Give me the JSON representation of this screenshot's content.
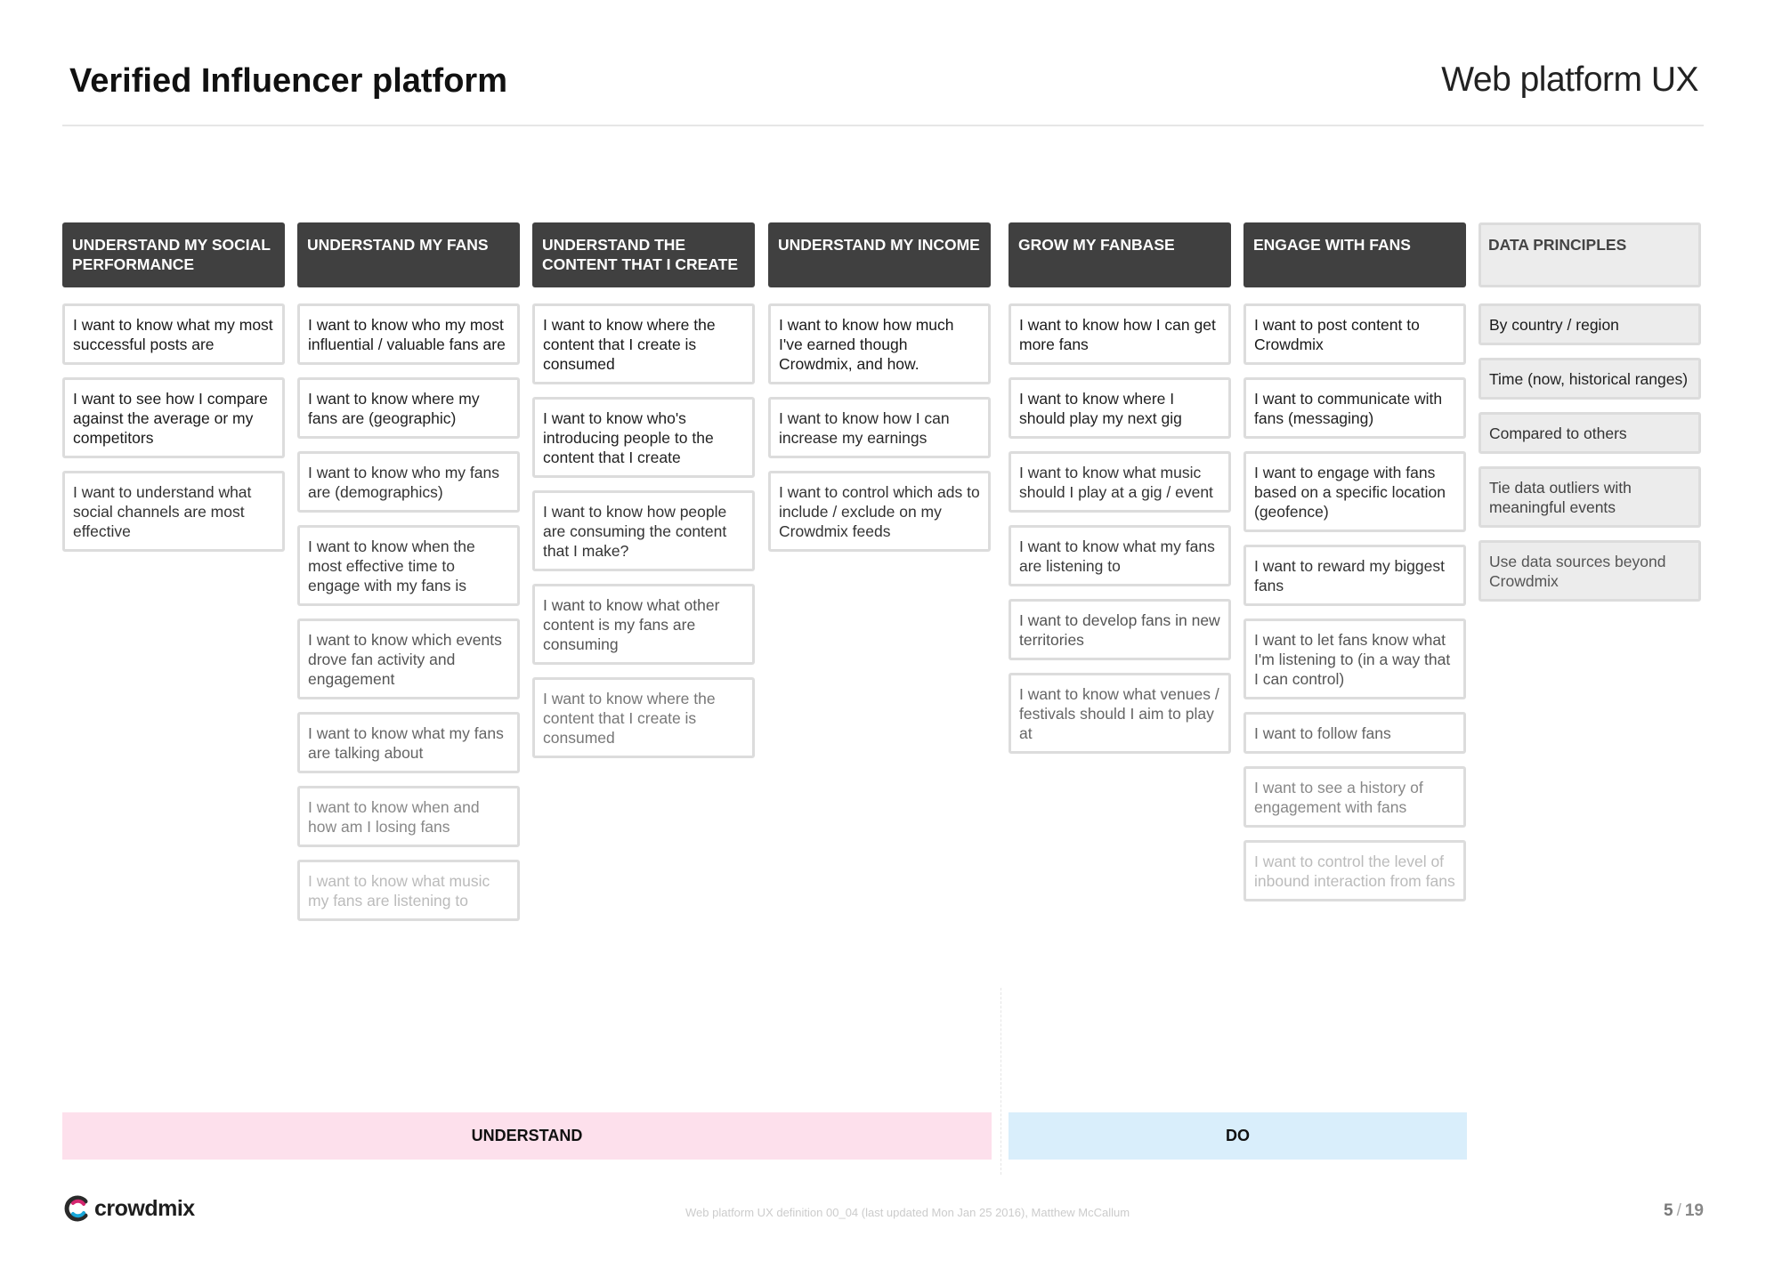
{
  "header": {
    "title": "Verified Influencer platform",
    "subtitle": "Web platform UX"
  },
  "columns": [
    {
      "title": "UNDERSTAND MY SOCIAL PERFORMANCE",
      "cards": [
        "I want to know what my most successful posts are",
        "I want to see how I compare against the average or my competitors",
        "I want to understand what social channels are most effective"
      ],
      "card_text_colors": [
        "#1a1a1a",
        "#1a1a1a",
        "#333333"
      ]
    },
    {
      "title": "UNDERSTAND MY FANS",
      "cards": [
        "I want to know who my most influential / valuable fans are",
        "I want to know where my fans are (geographic)",
        "I want to know who my fans are (demographics)",
        "I want to know when the most effective time to engage with my fans is",
        "I want to know which events drove fan activity and engagement",
        "I want to know what my fans are talking about",
        "I want to know when and how am I losing fans",
        "I want to know what music my fans are listening to"
      ],
      "card_text_colors": [
        "#1a1a1a",
        "#222222",
        "#333333",
        "#3a3a3a",
        "#555555",
        "#666666",
        "#888888",
        "#bbbbbb"
      ]
    },
    {
      "title": "UNDERSTAND THE CONTENT THAT I CREATE",
      "cards": [
        "I want to know where the content that I create is consumed",
        "I want to know who's introducing people to the content that I create",
        "I want to know how people are consuming the content that I make?",
        "I want to know what other content is my fans are consuming",
        "I want to know where the content that I create is consumed"
      ],
      "card_text_colors": [
        "#1a1a1a",
        "#222222",
        "#333333",
        "#555555",
        "#777777"
      ]
    },
    {
      "title": "UNDERSTAND MY INCOME",
      "cards": [
        "I want to know how much I've earned though Crowdmix, and how.",
        "I want to know how I can increase my earnings",
        "I want to control which ads to include / exclude on my Crowdmix feeds"
      ],
      "card_text_colors": [
        "#1a1a1a",
        "#2a2a2a",
        "#333333"
      ]
    },
    {
      "title": "GROW MY FANBASE",
      "cards": [
        "I want to know how I can get more fans",
        "I want to know where I should play my next gig",
        "I want to know what music should I play at a gig / event",
        "I want to know what my fans are listening to",
        "I want to develop fans in new territories",
        "I want to know what venues / festivals should I aim to play at"
      ],
      "card_text_colors": [
        "#1a1a1a",
        "#222222",
        "#333333",
        "#3a3a3a",
        "#555555",
        "#666666"
      ]
    },
    {
      "title": "ENGAGE WITH FANS",
      "cards": [
        "I want to post content to Crowdmix",
        "I want to communicate with fans (messaging)",
        "I want to engage with fans based on a specific location (geofence)",
        "I want to reward my biggest fans",
        "I want to let fans know what I'm listening to (in a way that I can control)",
        "I want to follow fans",
        "I want to see a history of engagement with fans",
        "I want to control the level of inbound interaction from fans"
      ],
      "card_text_colors": [
        "#1a1a1a",
        "#222222",
        "#2a2a2a",
        "#333333",
        "#555555",
        "#666666",
        "#888888",
        "#bbbbbb"
      ]
    },
    {
      "title": "DATA PRINCIPLES",
      "cards": [
        "By country / region",
        "Time (now, historical ranges)",
        "Compared to others",
        "Tie data outliers with meaningful events",
        "Use data sources beyond Crowdmix"
      ],
      "card_text_colors": [
        "#1a1a1a",
        "#222222",
        "#333333",
        "#444444",
        "#555555"
      ]
    }
  ],
  "bands": {
    "understand": "UNDERSTAND",
    "do": "DO"
  },
  "footer": {
    "brand": "crowdmix",
    "note": "Web platform UX definition 00_04 (last updated Mon Jan 25 2016), Matthew McCallum",
    "page_current": "5",
    "page_separator": "/",
    "page_total": "19"
  },
  "colors": {
    "header_fill": "#404040",
    "principles_fill": "#ececec",
    "understand_band": "#fde0ec",
    "do_band": "#d9eefb"
  }
}
